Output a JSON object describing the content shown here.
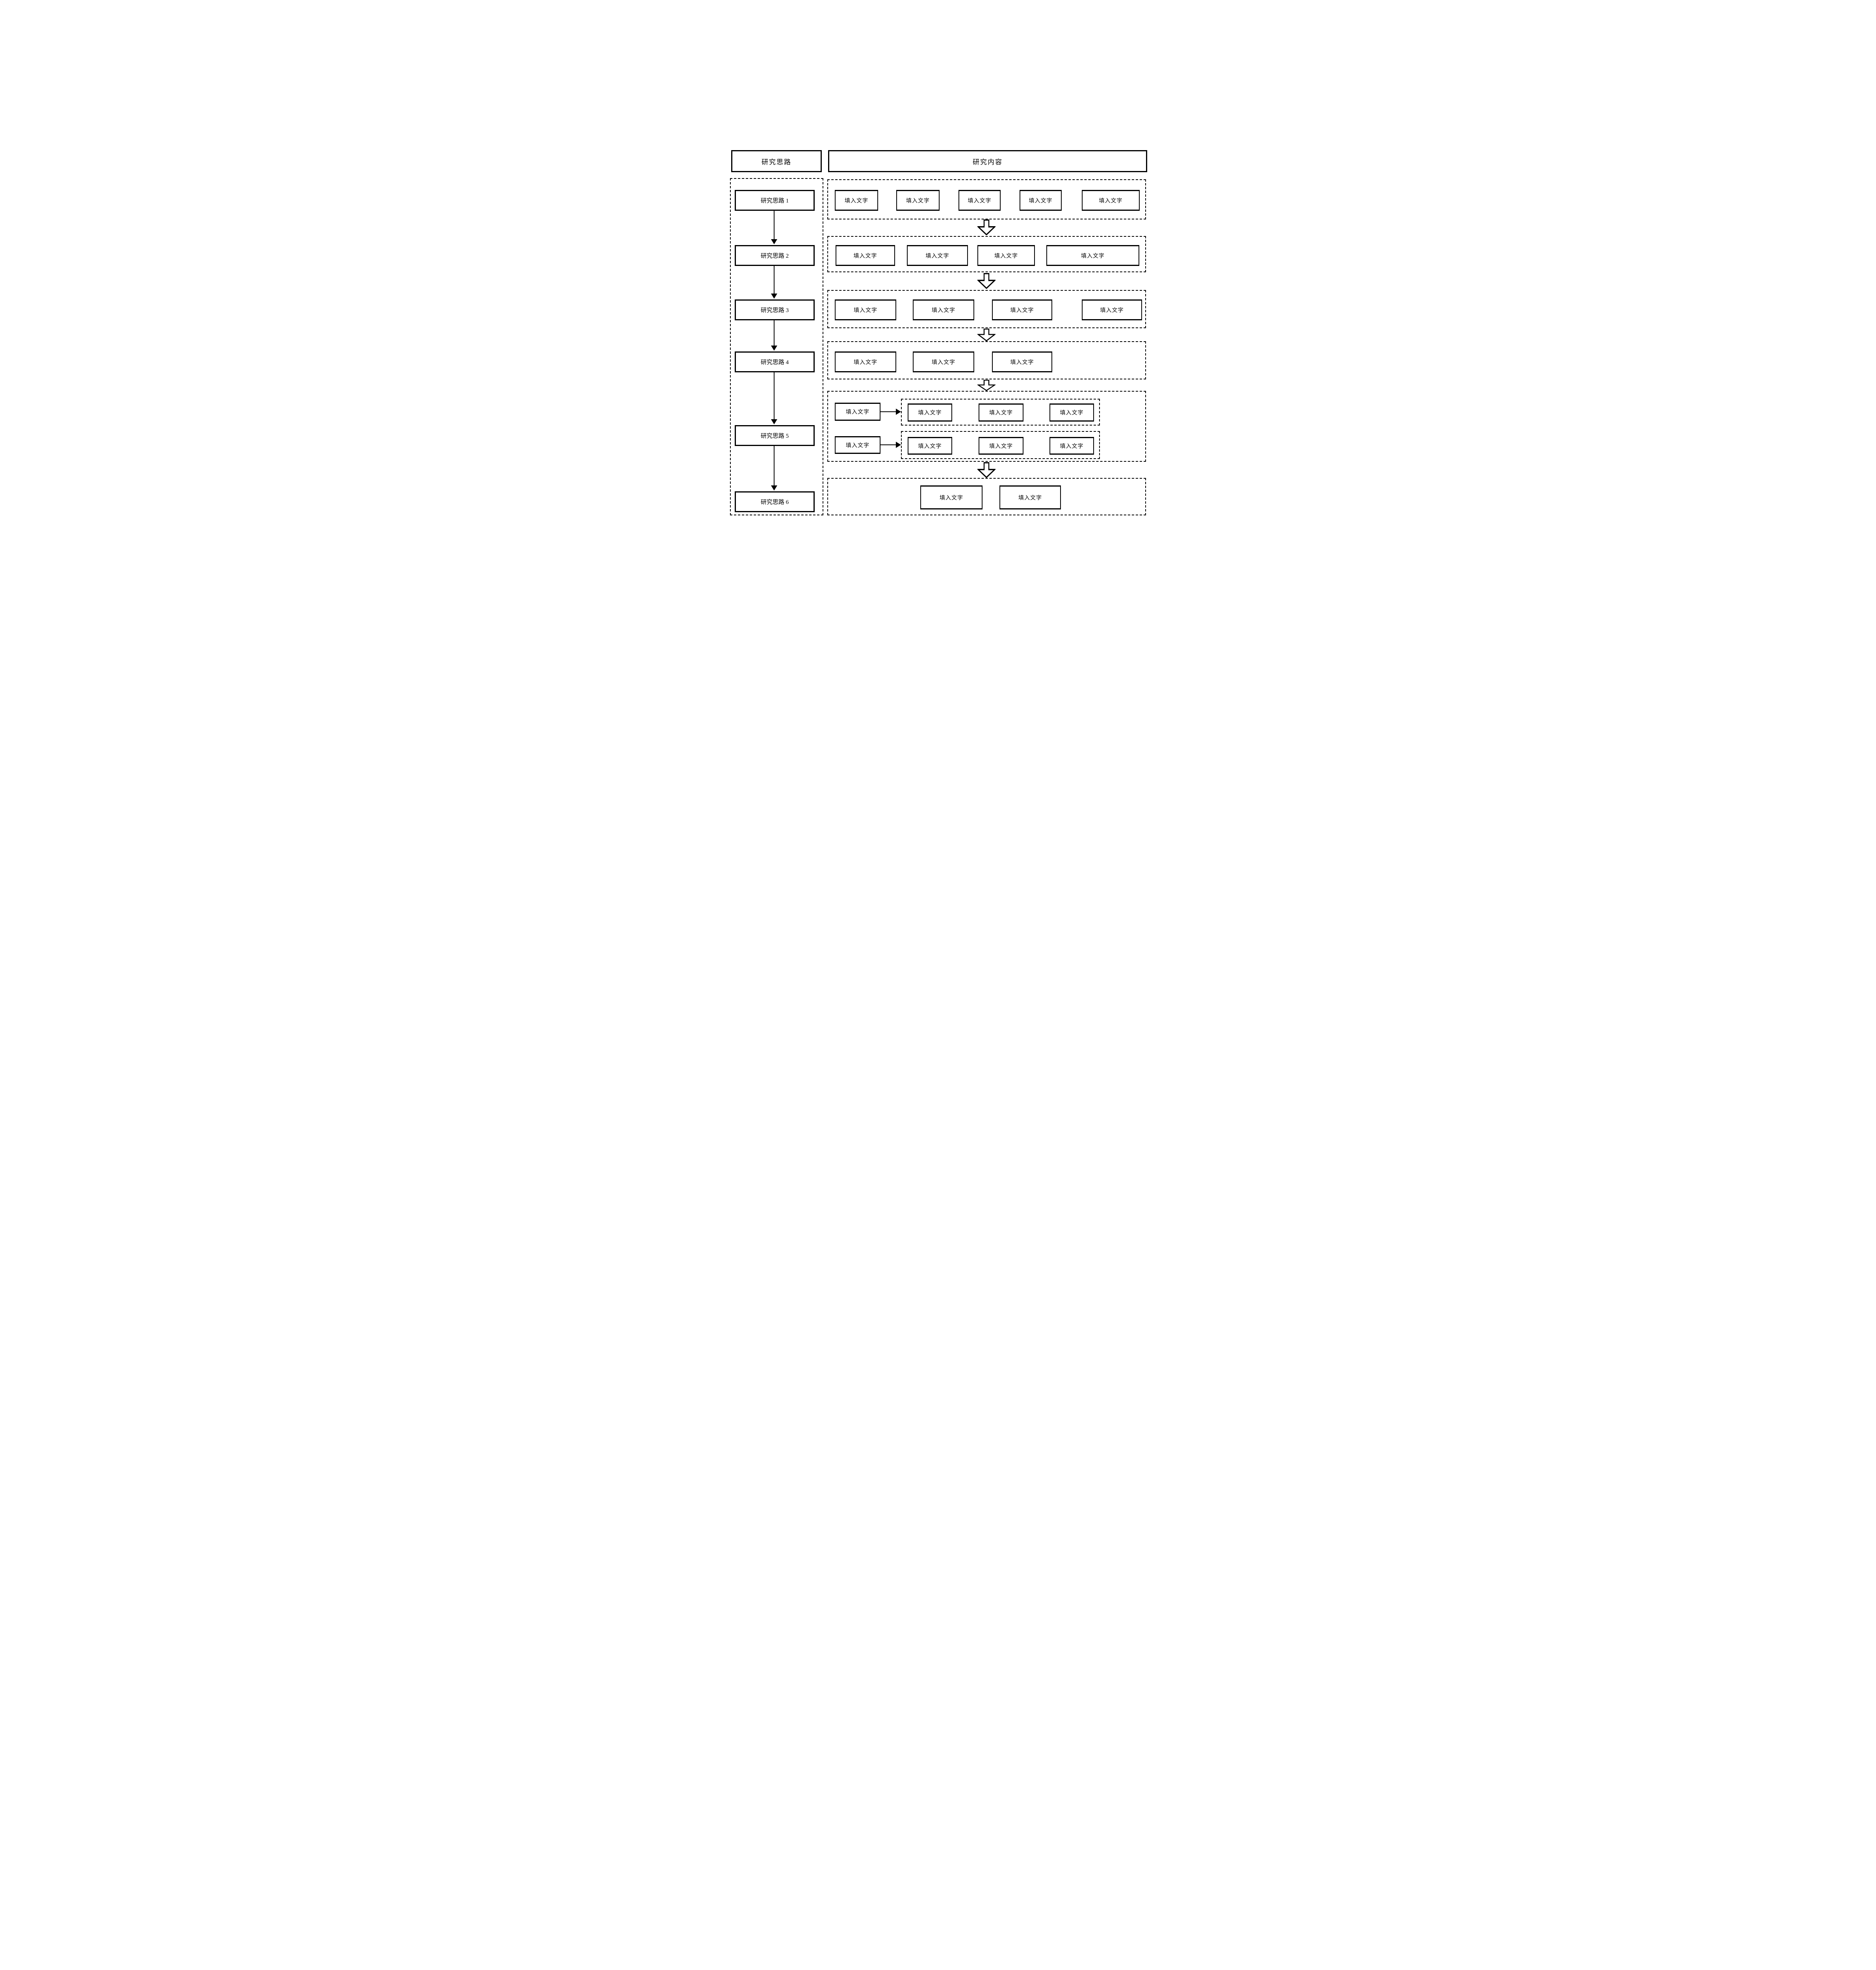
{
  "page": {
    "background": "#ffffff",
    "stroke_color": "#000000"
  },
  "headers": {
    "left": "研究思路",
    "right": "研究内容"
  },
  "left_column": {
    "items": [
      {
        "label": "研究思路 1"
      },
      {
        "label": "研究思路 2"
      },
      {
        "label": "研究思路 3"
      },
      {
        "label": "研究思路 4"
      },
      {
        "label": "研究思路 5"
      },
      {
        "label": "研究思路 6"
      }
    ]
  },
  "rows": [
    {
      "boxes": [
        "填入文字",
        "填入文字",
        "填入文字",
        "填入文字",
        "填入文字"
      ]
    },
    {
      "boxes": [
        "填入文字",
        "填入文字",
        "填入文字",
        "填入文字"
      ]
    },
    {
      "boxes": [
        "填入文字",
        "填入文字",
        "填入文字",
        "填入文字"
      ]
    },
    {
      "boxes": [
        "填入文字",
        "填入文字",
        "填入文字"
      ]
    },
    {
      "groups": [
        {
          "source": "填入文字",
          "targets": [
            "填入文字",
            "填入文字",
            "填入文字"
          ]
        },
        {
          "source": "填入文字",
          "targets": [
            "填入文字",
            "填入文字",
            "填入文字"
          ]
        }
      ]
    },
    {
      "boxes": [
        "填入文字",
        "填入文字"
      ]
    }
  ],
  "icons": {
    "down_arrow": "solid-down-arrow",
    "right_arrow": "solid-right-arrow",
    "section_arrow": "hollow-down-block-arrow"
  }
}
